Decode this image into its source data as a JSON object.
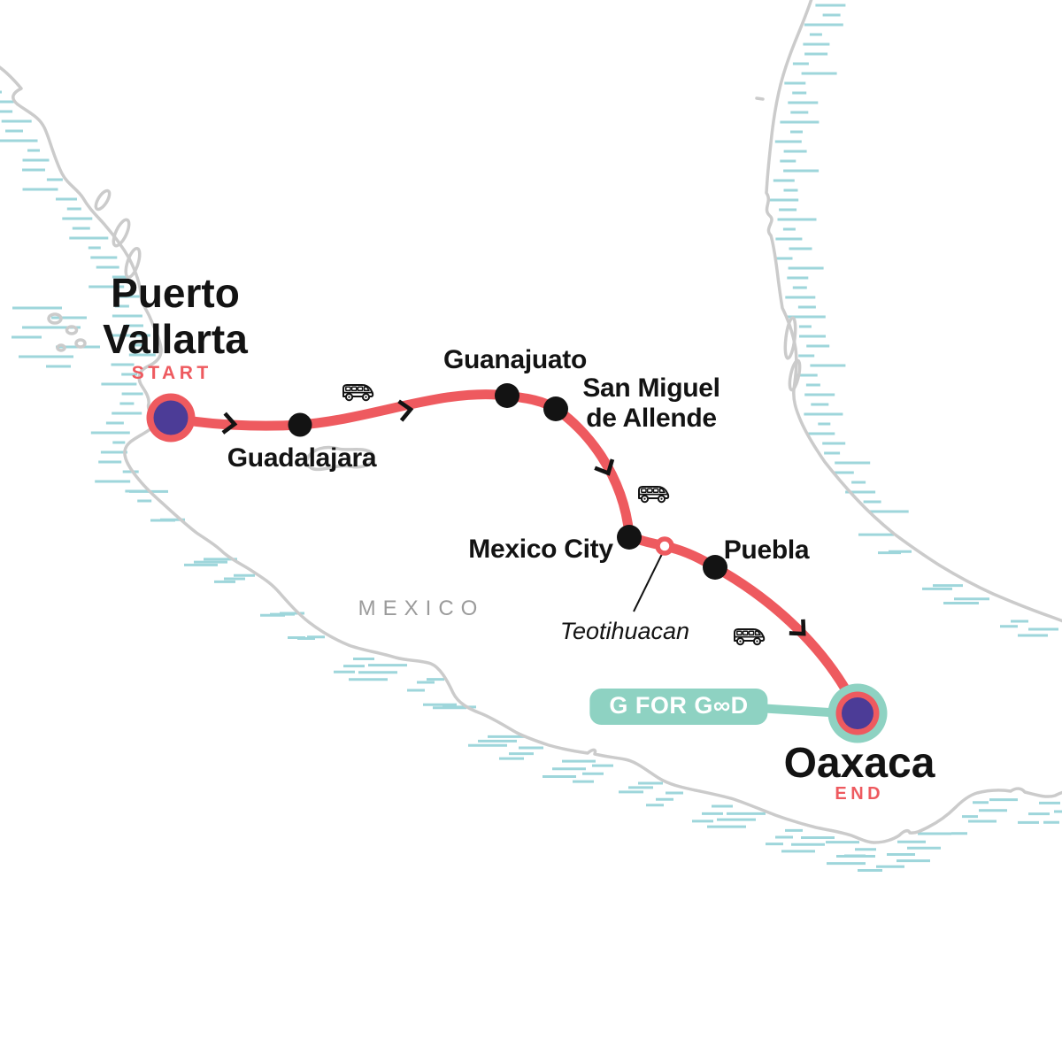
{
  "map": {
    "country_label": "MEXICO",
    "route_stops": [
      {
        "name": "Puerto Vallarta",
        "type": "start",
        "marker_label": "START"
      },
      {
        "name": "Guadalajara",
        "type": "stop"
      },
      {
        "name": "Guanajuato",
        "type": "stop"
      },
      {
        "name": "San Miguel de Allende",
        "type": "stop"
      },
      {
        "name": "Mexico City",
        "type": "stop"
      },
      {
        "name": "Teotihuacan",
        "type": "excursion"
      },
      {
        "name": "Puebla",
        "type": "stop"
      },
      {
        "name": "Oaxaca",
        "type": "end",
        "marker_label": "END"
      }
    ],
    "transport_icons": [
      "bus-icon",
      "bus-icon",
      "bus-icon"
    ]
  },
  "labels": {
    "puerto_vallarta_line1": "Puerto",
    "puerto_vallarta_line2": "Vallarta",
    "start": "START",
    "guadalajara": "Guadalajara",
    "guanajuato": "Guanajuato",
    "san_miguel_line1": "San Miguel",
    "san_miguel_line2": "de Allende",
    "mexico_city": "Mexico City",
    "teotihuacan": "Teotihuacan",
    "puebla": "Puebla",
    "oaxaca": "Oaxaca",
    "end": "END",
    "country": "MEXICO"
  },
  "badge": {
    "label": "G FOR GOOD",
    "display": "G FOR G∞D"
  },
  "colors": {
    "route_red": "#ee5a5f",
    "marker_purple": "#4c3c97",
    "mint_green": "#8ed2c2",
    "coastline_gray": "#cbcbcb",
    "water_hatch_teal": "#9ed6db",
    "label_ink": "#131313",
    "country_gray": "#9b9b9b"
  }
}
